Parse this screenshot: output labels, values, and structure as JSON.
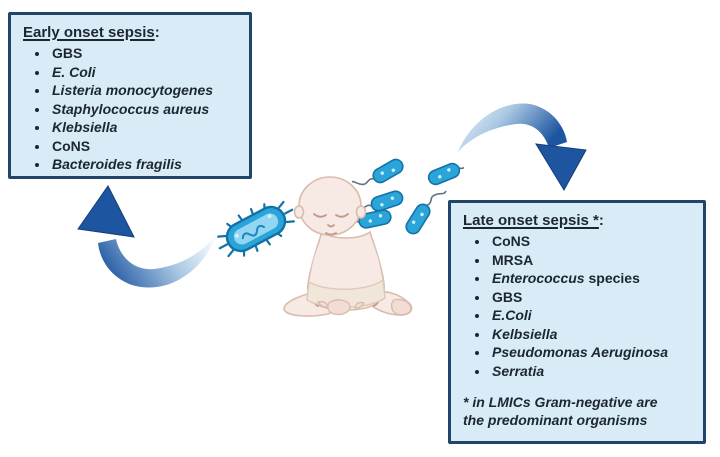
{
  "colors": {
    "box_fill": "#d9ebf7",
    "box_border": "#21456a",
    "text": "#1c2733",
    "arrow_dark": "#1d55a0",
    "arrow_light": "#e9f2f9",
    "bacteria_fill": "#2ba4da",
    "bacteria_stroke": "#1273a8",
    "baby_skin": "#f7e9e3",
    "baby_outline": "#d9bcae",
    "diaper": "#f1e6da"
  },
  "early_box": {
    "title": "Early onset sepsis",
    "colon": ":",
    "items": [
      [
        {
          "t": "GBS",
          "i": false
        }
      ],
      [
        {
          "t": "E. Coli",
          "i": true
        }
      ],
      [
        {
          "t": "Listeria monocytogenes",
          "i": true
        }
      ],
      [
        {
          "t": "Staphylococcus aureus",
          "i": true
        }
      ],
      [
        {
          "t": "Klebsiella",
          "i": true
        }
      ],
      [
        {
          "t": "CoNS",
          "i": false
        }
      ],
      [
        {
          "t": "Bacteroides fragilis",
          "i": true
        }
      ]
    ]
  },
  "late_box": {
    "title": "Late onset sepsis *",
    "colon": ":",
    "items": [
      [
        {
          "t": "CoNS",
          "i": false
        }
      ],
      [
        {
          "t": "MRSA",
          "i": false
        }
      ],
      [
        {
          "t": "Enterococcus",
          "i": true
        },
        {
          "t": " species",
          "i": false
        }
      ],
      [
        {
          "t": "GBS",
          "i": false
        }
      ],
      [
        {
          "t": "E.Coli",
          "i": true
        }
      ],
      [
        {
          "t": "Kelbsiella",
          "i": true
        }
      ],
      [
        {
          "t": "Pseudomonas Aeruginosa",
          "i": true
        }
      ],
      [
        {
          "t": "Serratia",
          "i": true
        }
      ]
    ],
    "footnote": "* in LMICs Gram-negative are\nthe predominant organisms"
  },
  "icons": {
    "baby": "baby-illustration",
    "spiked_bacterium": "spiked-rod-bacterium-icon",
    "bacteria_cluster": "flagellated-bacteria-cluster-icon",
    "arrow_to_early": "curved-arrow-up-icon",
    "arrow_to_late": "curved-arrow-down-icon"
  }
}
